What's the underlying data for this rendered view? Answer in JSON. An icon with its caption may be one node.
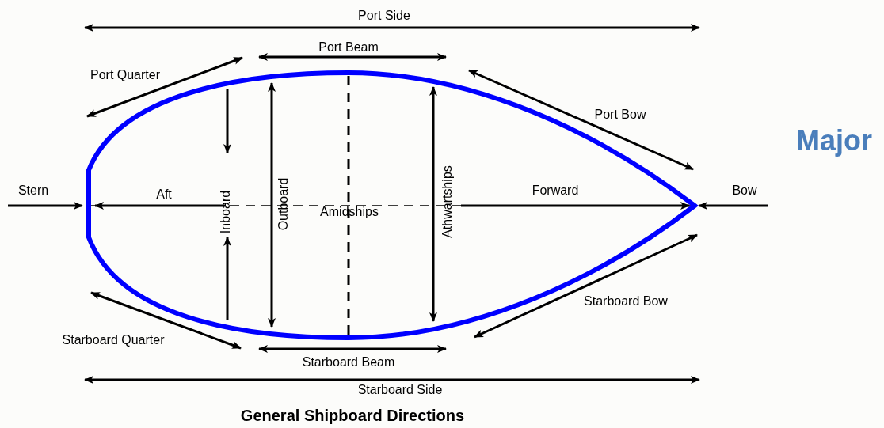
{
  "diagram": {
    "caption": "General Shipboard Directions",
    "labels": [
      "Port Side",
      "Port Beam",
      "Port Quarter",
      "Port Bow",
      "Major",
      "Stern",
      "Aft",
      "Inboard",
      "Outboard",
      "Amidships",
      "Athwartships",
      "Forward",
      "Bow",
      "Starboard Bow",
      "Starboard Quarter",
      "Starboard Beam",
      "Starboard Side"
    ]
  }
}
